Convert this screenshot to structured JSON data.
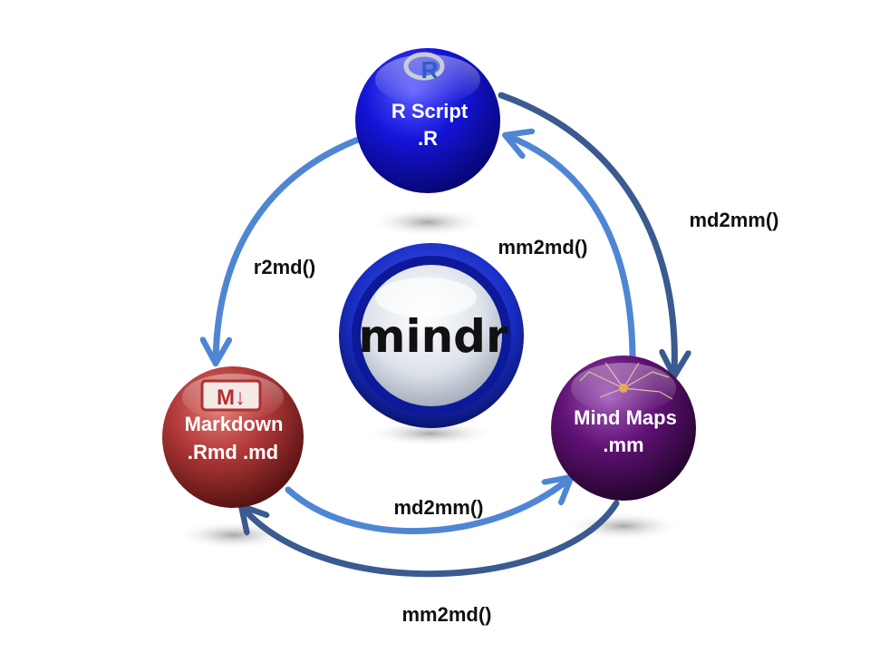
{
  "center": {
    "label": "mindr"
  },
  "nodes": {
    "r_script": {
      "line1": "R Script",
      "line2": ".R",
      "icon": "r-logo-icon",
      "color": "#1a1adb"
    },
    "markdown": {
      "line1": "Markdown",
      "line2": ".Rmd .md",
      "icon": "markdown-logo-icon",
      "color": "#b23a3a"
    },
    "mindmaps": {
      "line1": "Mind Maps",
      "line2": ".mm",
      "icon": "mindmap-thumbnail-icon",
      "color": "#5a0f6e"
    }
  },
  "edges": {
    "r2md": "r2md()",
    "mm2md_inner": "mm2md()",
    "md2mm_outer": "md2mm()",
    "md2mm_inner": "md2mm()",
    "mm2md_outer": "mm2md()"
  },
  "colors": {
    "inner_arrow": "#4f86d4",
    "outer_arrow": "#3a5a90"
  },
  "icons": {
    "markdown_text": "M↓",
    "r_text": "R"
  }
}
